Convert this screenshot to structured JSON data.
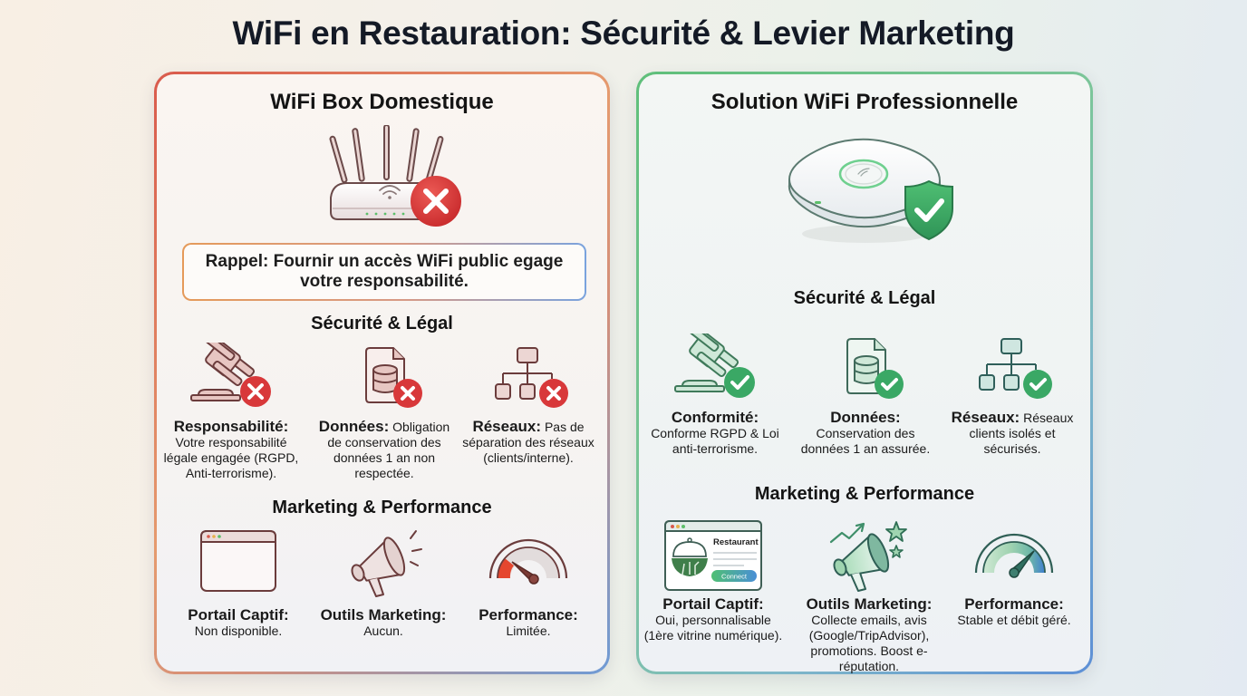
{
  "title": "WiFi en Restauration: Sécurité & Levier Marketing",
  "colors": {
    "danger": "#d8383a",
    "success": "#3aa865",
    "left_border": "#d95a4c",
    "right_border": "#5fbf7a",
    "accent_blue": "#5d8fd6"
  },
  "left": {
    "title": "WiFi Box Domestique",
    "hero_icon": "home-router-with-x-icon",
    "reminder": "Rappel: Fournir un accès WiFi public egage votre responsabilité.",
    "security_title": "Sécurité & Légal",
    "security": [
      {
        "icon": "gavel-x-icon",
        "label": "Responsabilité:",
        "desc": "Votre responsabilité légale engagée (RGPD, Anti-terrorisme)."
      },
      {
        "icon": "database-document-x-icon",
        "label": "Données:",
        "desc": "Obligation de conservation des données 1 an non respectée."
      },
      {
        "icon": "network-hierarchy-x-icon",
        "label": "Réseaux:",
        "desc": "Pas de séparation des réseaux (clients/interne)."
      }
    ],
    "marketing_title": "Marketing & Performance",
    "marketing": [
      {
        "icon": "empty-browser-window-icon",
        "label": "Portail Captif:",
        "desc": "Non disponible."
      },
      {
        "icon": "megaphone-icon",
        "label": "Outils Marketing:",
        "desc": "Aucun."
      },
      {
        "icon": "speedometer-low-icon",
        "label": "Performance:",
        "desc": "Limitée."
      }
    ]
  },
  "right": {
    "title": "Solution WiFi Professionnelle",
    "hero_icon": "access-point-shield-check-icon",
    "security_title": "Sécurité & Légal",
    "security": [
      {
        "icon": "gavel-check-icon",
        "label": "Conformité:",
        "desc": "Conforme RGPD & Loi anti-terrorisme."
      },
      {
        "icon": "database-document-check-icon",
        "label": "Données:",
        "desc": "Conservation des données 1 an assurée."
      },
      {
        "icon": "network-hierarchy-check-icon",
        "label": "Réseaux:",
        "desc": "Réseaux clients isolés et sécurisés."
      }
    ],
    "marketing_title": "Marketing & Performance",
    "portal_preview": {
      "name": "Restaurant",
      "button": "Connect"
    },
    "marketing": [
      {
        "icon": "captive-portal-browser-icon",
        "label": "Portail Captif:",
        "desc": "Oui, personnalisable (1ère vitrine numérique)."
      },
      {
        "icon": "megaphone-growth-stars-icon",
        "label": "Outils Marketing:",
        "desc": "Collecte emails, avis (Google/TripAdvisor), promotions. Boost e-réputation."
      },
      {
        "icon": "speedometer-high-icon",
        "label": "Performance:",
        "desc": "Stable et débit géré."
      }
    ]
  }
}
